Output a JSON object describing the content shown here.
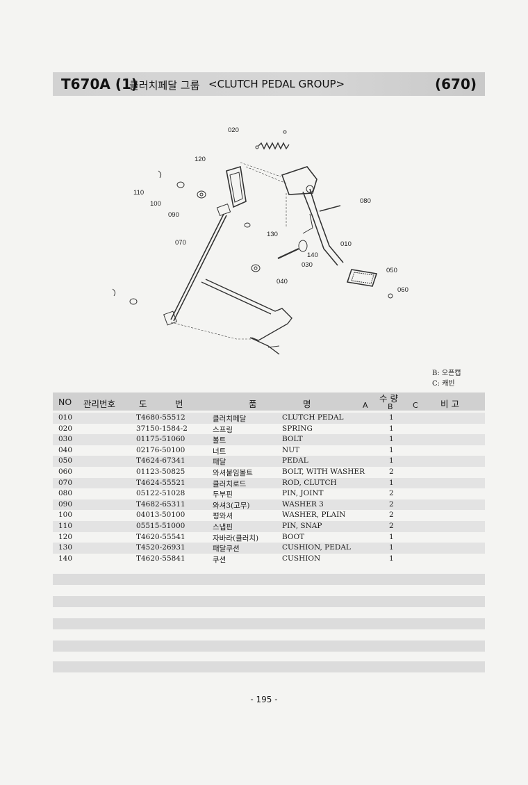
{
  "header": {
    "code": "T670A (1)",
    "title_ko": "클러치페달 그룹",
    "title_en": "<CLUTCH PEDAL GROUP>",
    "page_ref": "(670)"
  },
  "diagram": {
    "callouts": [
      "020",
      "120",
      "110",
      "100",
      "090",
      "080",
      "130",
      "070",
      "010",
      "140",
      "030",
      "050",
      "040",
      "060"
    ]
  },
  "legend": {
    "b": "B: 오픈캡",
    "c": "C: 캐빈"
  },
  "table": {
    "headers": {
      "no": "NO",
      "mgmt": "관리번호",
      "part_no_1": "도",
      "part_no_2": "번",
      "name_1": "품",
      "name_2": "명",
      "qty": "수  량",
      "qty_a": "A",
      "qty_b": "B",
      "qty_c": "C",
      "remarks": "비  고"
    },
    "rows": [
      {
        "no": "010",
        "part": "T4680-55512",
        "ko": "클러치페달",
        "en": "CLUTCH PEDAL",
        "qty": "1"
      },
      {
        "no": "020",
        "part": "37150-1584-2",
        "ko": "스프링",
        "en": "SPRING",
        "qty": "1"
      },
      {
        "no": "030",
        "part": "01175-51060",
        "ko": "볼트",
        "en": "BOLT",
        "qty": "1"
      },
      {
        "no": "040",
        "part": "02176-50100",
        "ko": "너트",
        "en": "NUT",
        "qty": "1"
      },
      {
        "no": "050",
        "part": "T4624-67341",
        "ko": "패달",
        "en": "PEDAL",
        "qty": "1"
      },
      {
        "no": "060",
        "part": "01123-50825",
        "ko": "와셔붙임볼트",
        "en": "BOLT, WITH WASHER",
        "qty": "2"
      },
      {
        "no": "070",
        "part": "T4624-55521",
        "ko": "클러치로드",
        "en": "ROD, CLUTCH",
        "qty": "1"
      },
      {
        "no": "080",
        "part": "05122-51028",
        "ko": "두부핀",
        "en": "PIN, JOINT",
        "qty": "2"
      },
      {
        "no": "090",
        "part": "T4682-65311",
        "ko": "와셔3(고무)",
        "en": "WASHER 3",
        "qty": "2"
      },
      {
        "no": "100",
        "part": "04013-50100",
        "ko": "평와셔",
        "en": "WASHER, PLAIN",
        "qty": "2"
      },
      {
        "no": "110",
        "part": "05515-51000",
        "ko": "스냅핀",
        "en": "PIN, SNAP",
        "qty": "2"
      },
      {
        "no": "120",
        "part": "T4620-55541",
        "ko": "자바라(클러치)",
        "en": "BOOT",
        "qty": "1"
      },
      {
        "no": "130",
        "part": "T4520-26931",
        "ko": "패달쿠션",
        "en": "CUSHION, PEDAL",
        "qty": "1"
      },
      {
        "no": "140",
        "part": "T4620-55841",
        "ko": "쿠션",
        "en": "CUSHION",
        "qty": "1"
      }
    ]
  },
  "footer": {
    "page_number": "- 195 -"
  }
}
